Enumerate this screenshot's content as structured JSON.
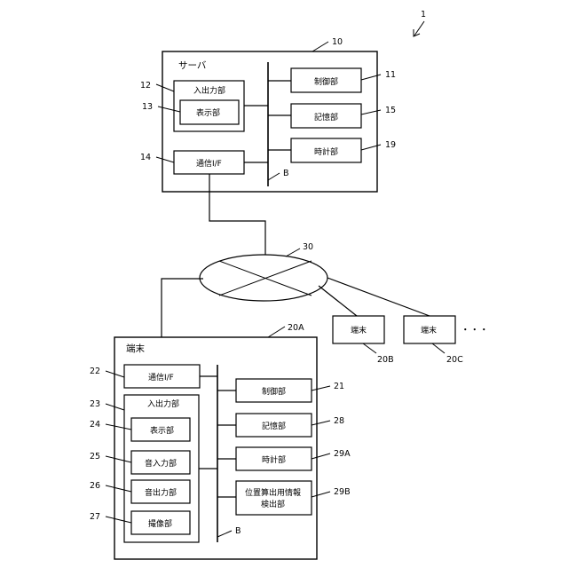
{
  "figure_ref": "1",
  "server": {
    "title": "サーバ",
    "ref": "10",
    "io_unit": {
      "label": "入出力部",
      "ref": "12"
    },
    "display_unit": {
      "label": "表示部",
      "ref": "13"
    },
    "comm_if": {
      "label": "通信I/F",
      "ref": "14"
    },
    "control_unit": {
      "label": "制御部",
      "ref": "11"
    },
    "storage_unit": {
      "label": "記憶部",
      "ref": "15"
    },
    "clock_unit": {
      "label": "時計部",
      "ref": "19"
    },
    "bus_label": "B"
  },
  "network": {
    "ref": "30"
  },
  "terminal_b": {
    "label": "端末",
    "ref": "20B"
  },
  "terminal_c": {
    "label": "端末",
    "ref": "20C"
  },
  "ellipsis": "・・・",
  "terminal_a": {
    "title": "端末",
    "ref": "20A",
    "comm_if": {
      "label": "通信I/F",
      "ref": "22"
    },
    "io_unit": {
      "label": "入出力部",
      "ref": "23"
    },
    "display_unit": {
      "label": "表示部",
      "ref": "24"
    },
    "audio_in": {
      "label": "音入力部",
      "ref": "25"
    },
    "audio_out": {
      "label": "音出力部",
      "ref": "26"
    },
    "camera": {
      "label": "撮像部",
      "ref": "27"
    },
    "control_unit": {
      "label": "制御部",
      "ref": "21"
    },
    "storage_unit": {
      "label": "記憶部",
      "ref": "28"
    },
    "clock_unit": {
      "label": "時計部",
      "ref": "29A"
    },
    "position_unit": {
      "label_line1": "位置算出用情報",
      "label_line2": "検出部",
      "ref": "29B"
    },
    "bus_label": "B"
  }
}
